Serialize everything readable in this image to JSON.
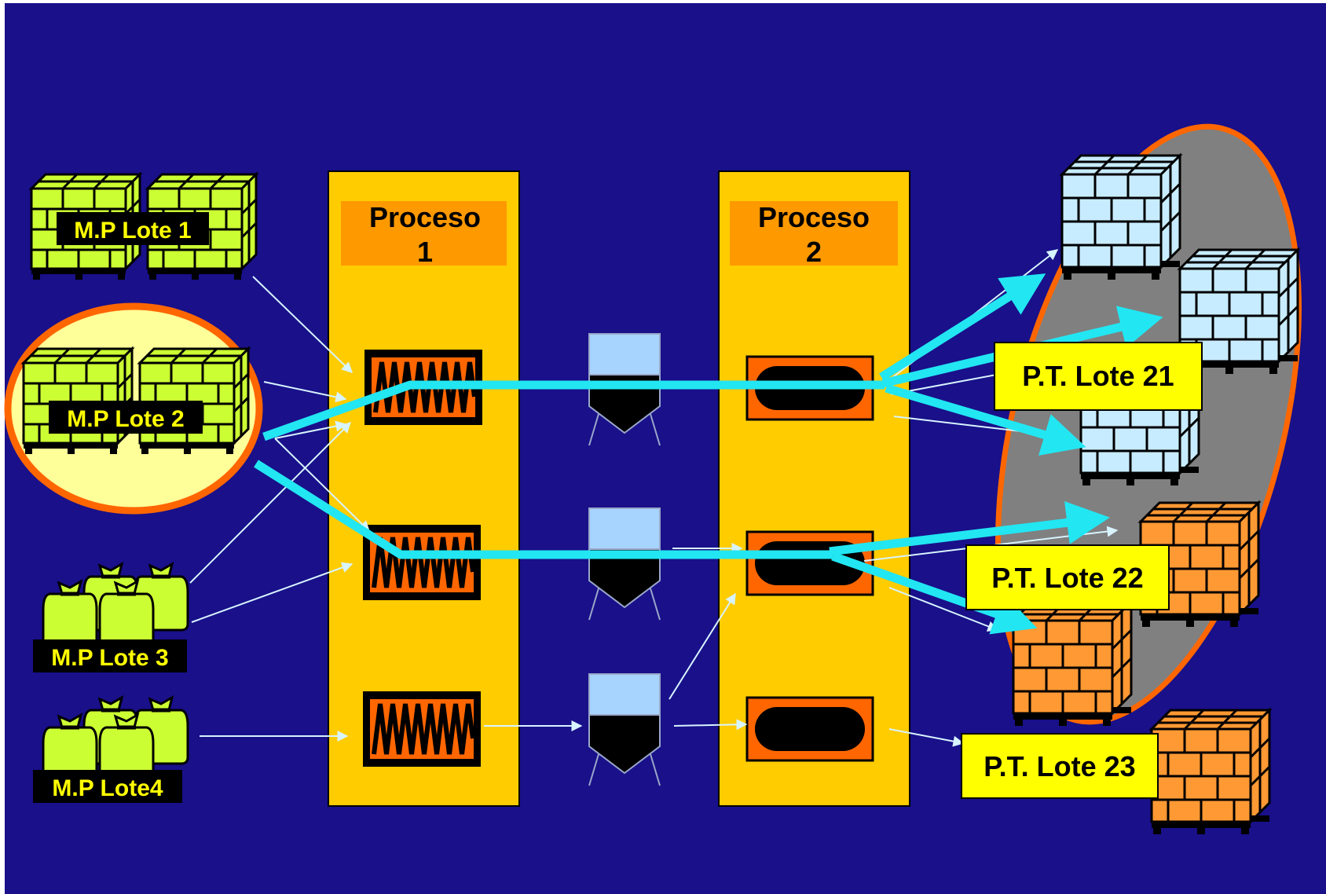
{
  "processes": [
    {
      "title_line1": "Proceso",
      "title_line2": "1"
    },
    {
      "title_line1": "Proceso",
      "title_line2": "2"
    }
  ],
  "raw_materials": [
    {
      "label": "M.P Lote 1",
      "kind": "pallet"
    },
    {
      "label": "M.P Lote 2",
      "kind": "pallet",
      "highlighted": true
    },
    {
      "label": "M.P Lote 3",
      "kind": "bags"
    },
    {
      "label": "M.P Lote4",
      "kind": "bags"
    }
  ],
  "finished_products": [
    {
      "label": "P.T. Lote 21",
      "color": "light-blue"
    },
    {
      "label": "P.T. Lote 22",
      "color": "orange"
    },
    {
      "label": "P.T. Lote 23",
      "color": "orange"
    }
  ],
  "colors": {
    "background": "#19108a",
    "process_column": "#ffcc00",
    "process_header": "#ff9900",
    "machine": "#ff6600",
    "trace_arrow": "#22e6f2",
    "thin_arrow": "#d8f4ff",
    "raw_material_green": "#ccff33",
    "highlight_circle": "#ffff99",
    "highlight_ring": "#ff6600",
    "product_blue": "#c8ecff",
    "product_orange": "#ff9933",
    "group_ellipse": "#808080",
    "label_yellow": "#ffff00",
    "tank_liquid": "#a6d4ff"
  }
}
